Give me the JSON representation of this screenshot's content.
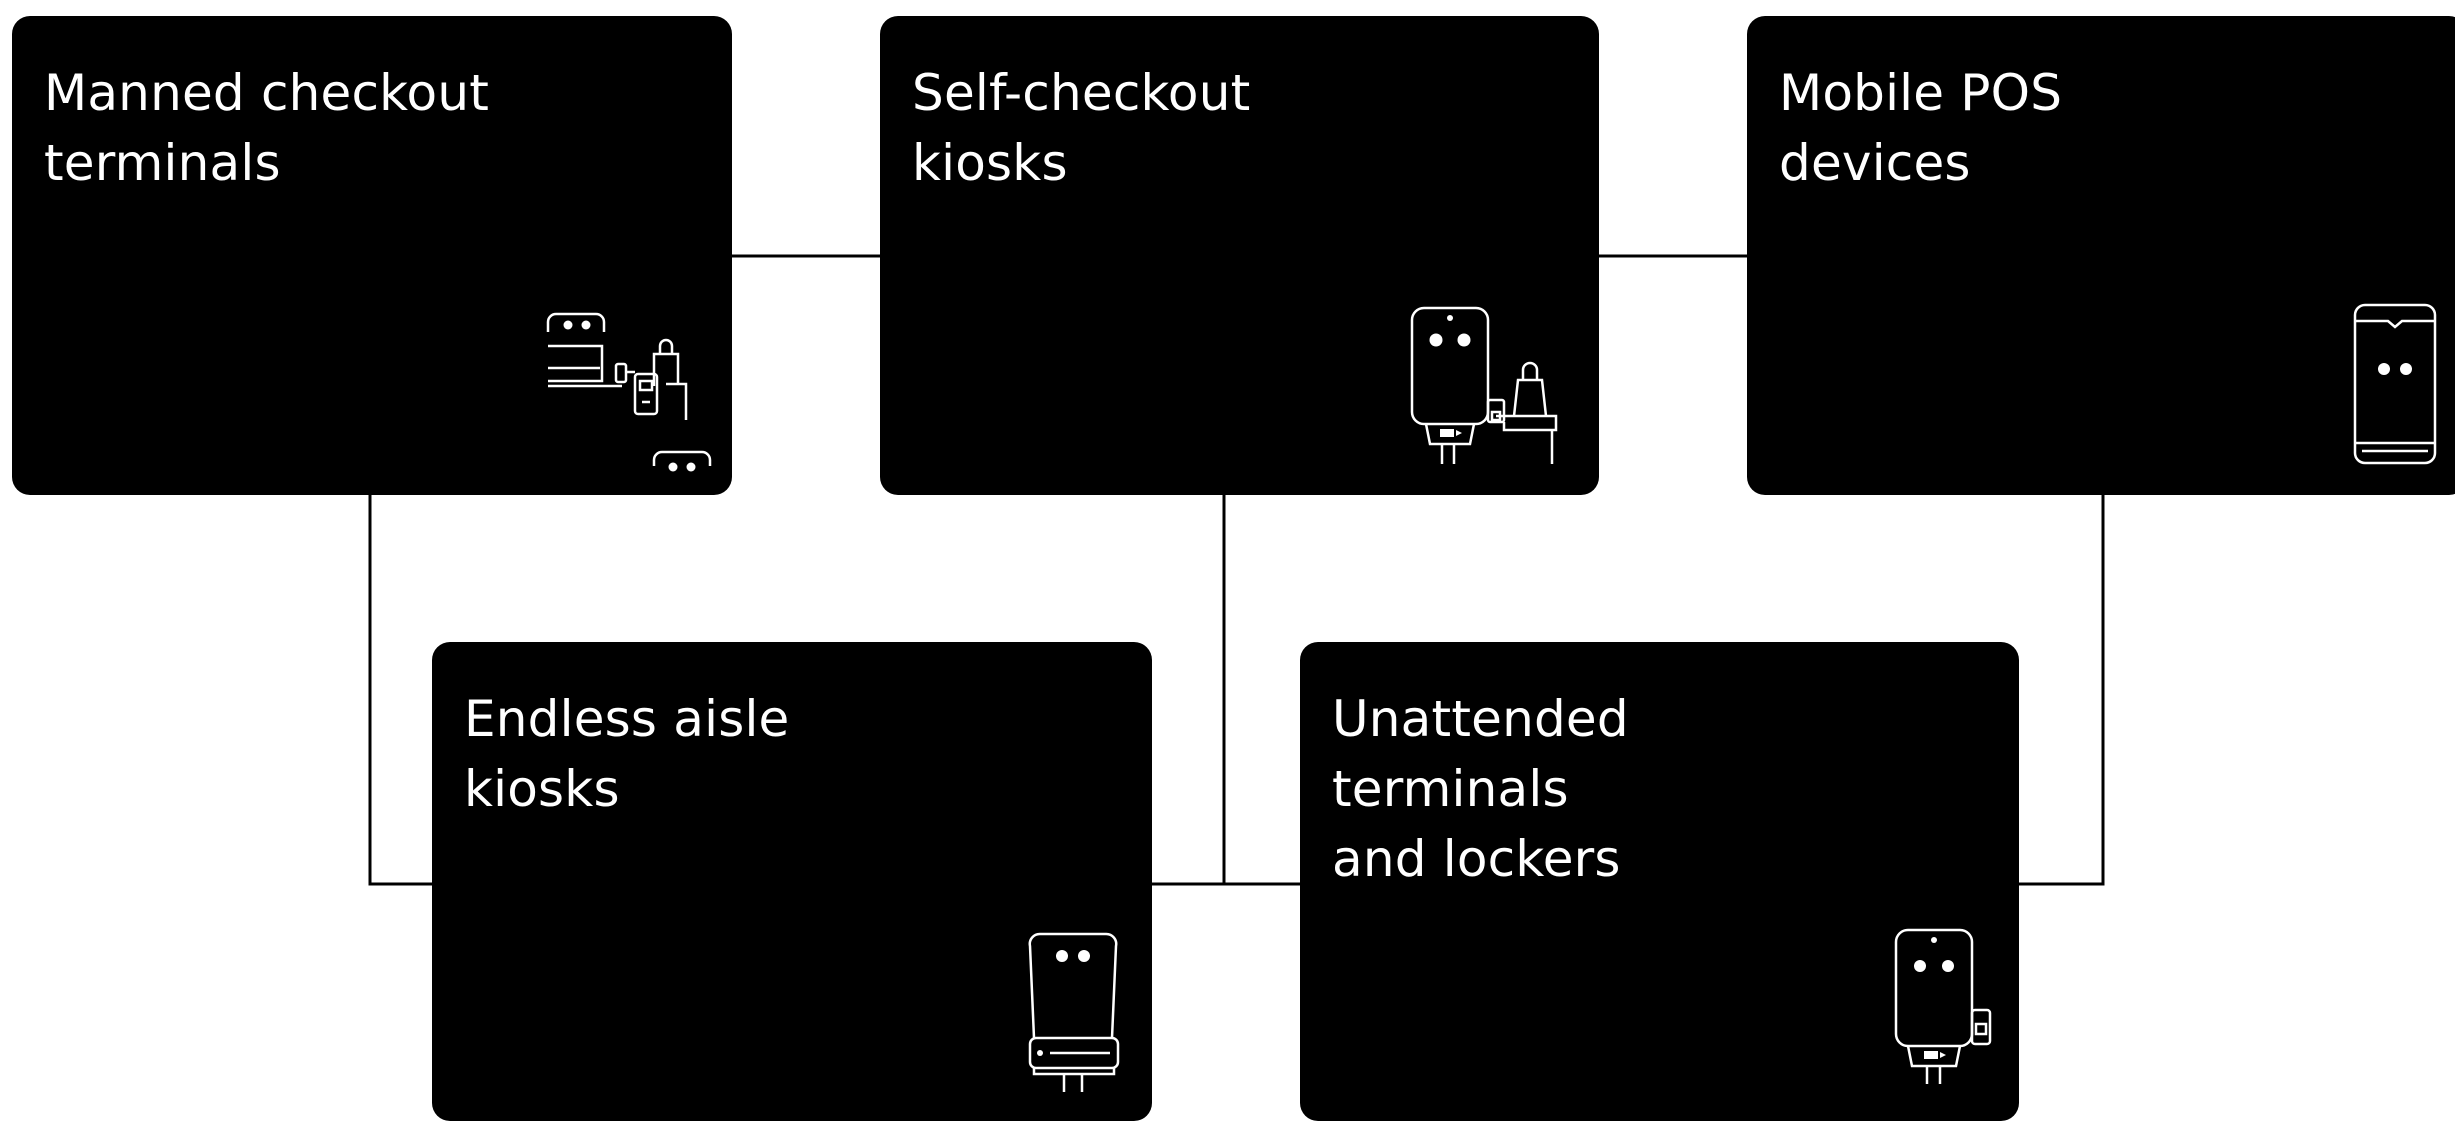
{
  "colors": {
    "card_background": "#000000",
    "card_text": "#ffffff",
    "connector": "#000000",
    "page_background": "#ffffff"
  },
  "cards": [
    {
      "id": "manned-checkout",
      "title": "Manned checkout\nterminals",
      "icon": "checkout-counter-icon"
    },
    {
      "id": "self-checkout",
      "title": "Self-checkout\nkiosks",
      "icon": "self-checkout-kiosk-icon"
    },
    {
      "id": "mobile-pos",
      "title": "Mobile POS\ndevices",
      "icon": "smartphone-icon"
    },
    {
      "id": "endless-aisle",
      "title": "Endless aisle\nkiosks",
      "icon": "endless-aisle-kiosk-icon"
    },
    {
      "id": "unattended",
      "title": "Unattended\nterminals\nand lockers",
      "icon": "unattended-terminal-icon"
    }
  ]
}
